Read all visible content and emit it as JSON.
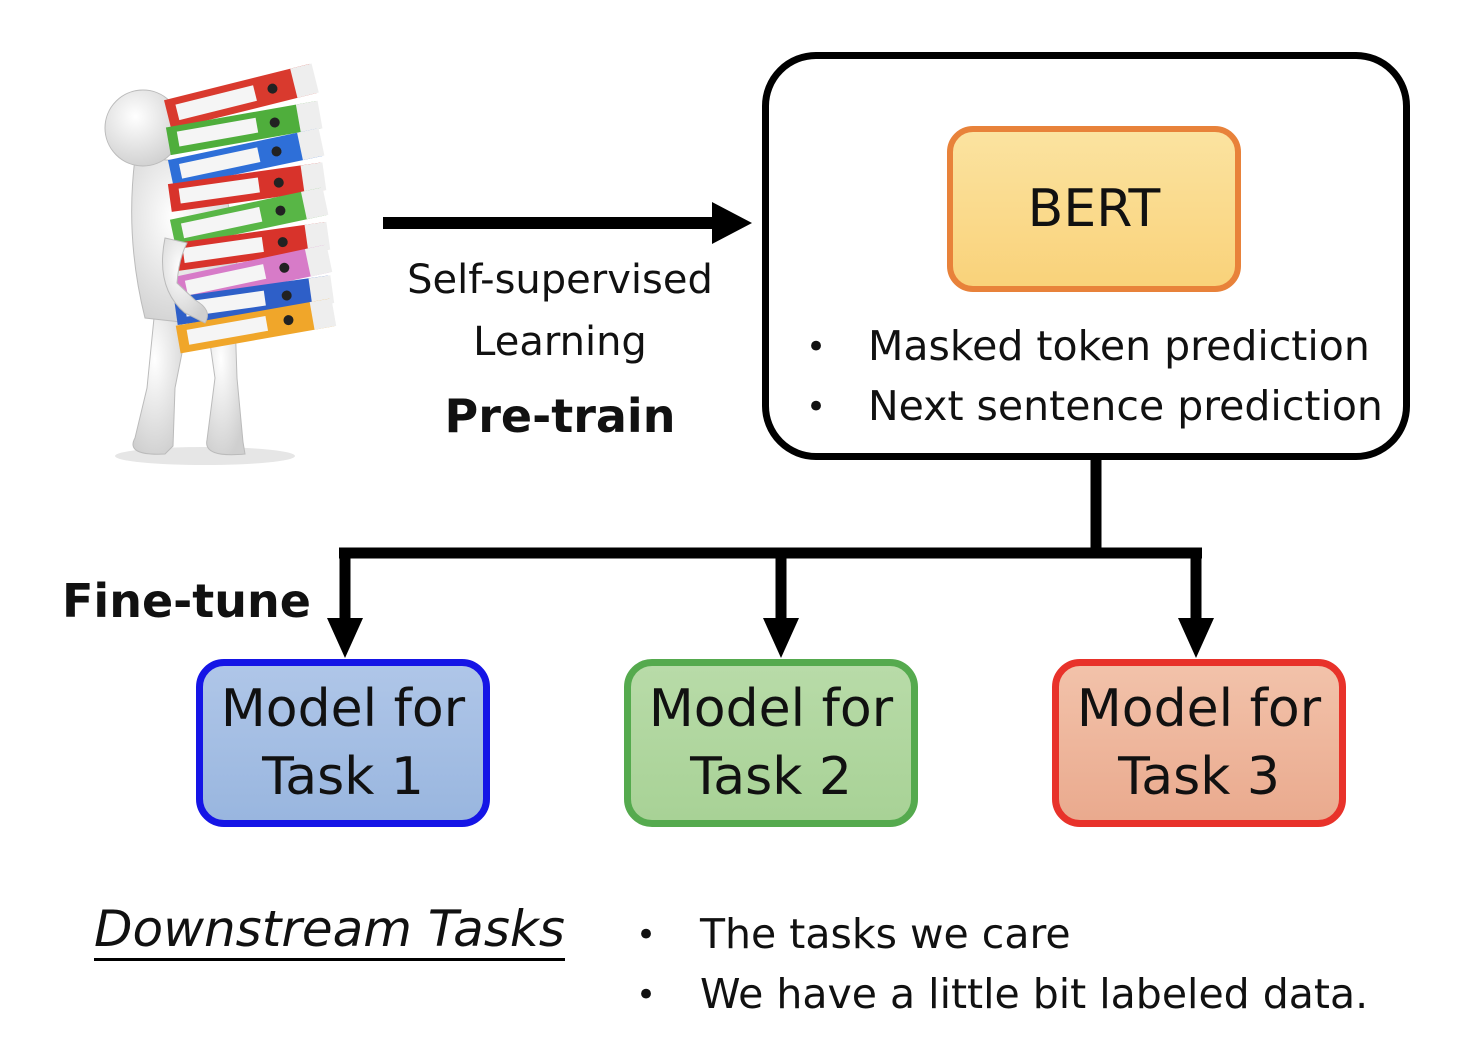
{
  "pretrain": {
    "caption_line1": "Self-supervised",
    "caption_line2": "Learning",
    "label": "Pre-train"
  },
  "bert": {
    "title": "BERT",
    "bullets": [
      "Masked token prediction",
      "Next sentence prediction"
    ],
    "bullet_marker": "•"
  },
  "finetune": {
    "label": "Fine-tune"
  },
  "tasks": [
    {
      "line1": "Model for",
      "line2": "Task 1",
      "border": "#1515E6",
      "fill": "#A8C0E4"
    },
    {
      "line1": "Model for",
      "line2": "Task 2",
      "border": "#55AA4E",
      "fill": "#B0D79F"
    },
    {
      "line1": "Model for",
      "line2": "Task 3",
      "border": "#E8322A",
      "fill": "#EFB69C"
    }
  ],
  "downstream": {
    "title": "Downstream Tasks",
    "notes": [
      "The tasks we care",
      "We have a little bit labeled data."
    ],
    "bullet_marker": "•"
  },
  "colors": {
    "bert_border": "#E8823A",
    "bert_fill": "#FAD98A",
    "arrows": "#000000"
  },
  "icons": {
    "illustration": "person-carrying-binders-icon"
  }
}
